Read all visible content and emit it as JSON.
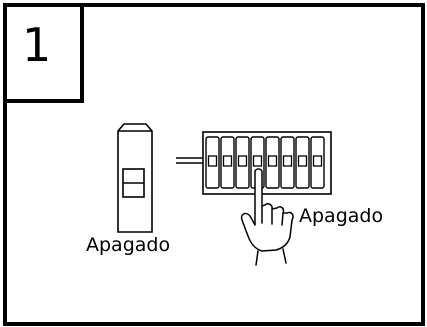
{
  "step": {
    "number": "1"
  },
  "labels": {
    "breaker_state": "Apagado",
    "switch_state": "Apagado"
  },
  "icons": [
    "breaker-icon",
    "switch-bank-icon",
    "hand-pointer-icon"
  ]
}
